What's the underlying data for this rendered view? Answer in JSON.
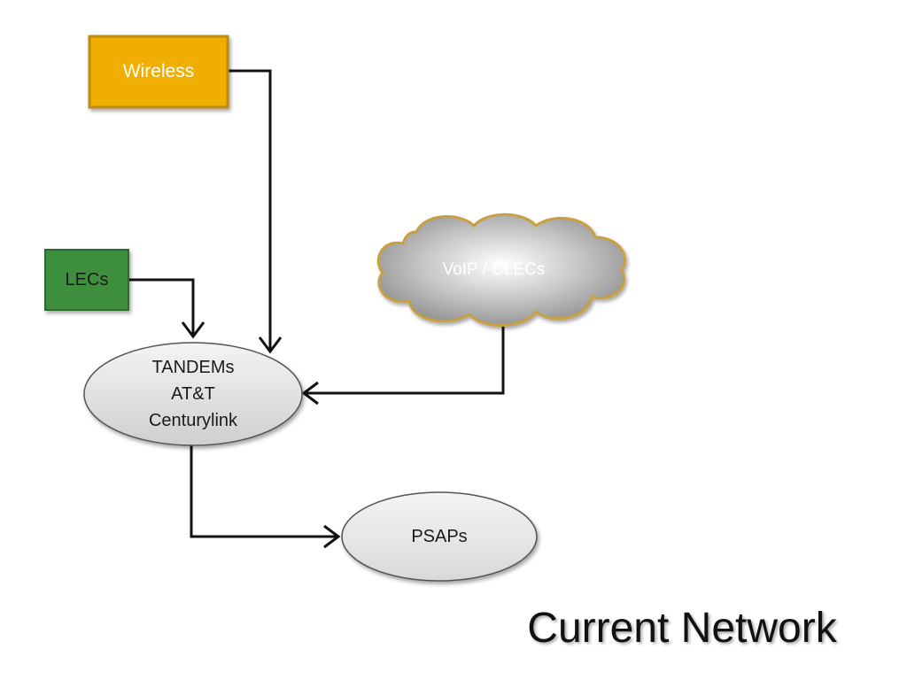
{
  "diagram": {
    "nodes": {
      "wireless": {
        "label": "Wireless",
        "fill": "#F0AE00",
        "border": "#C08A12"
      },
      "lecs": {
        "label": "LECs",
        "fill": "#3C8F3C",
        "border": "#2A6A2A"
      },
      "voip": {
        "label": "VoIP / CLECs",
        "fill": "#C0C0C0",
        "border": "#C8A040"
      },
      "tandems": {
        "lines": [
          "TANDEMs",
          "AT&T",
          "Centurylink"
        ],
        "fill": "#DCDCDC",
        "border": "#555555"
      },
      "psaps": {
        "label": "PSAPs",
        "fill": "#E6E6E6",
        "border": "#555555"
      }
    },
    "edges": [
      {
        "from": "Wireless",
        "to": "TANDEMs"
      },
      {
        "from": "LECs",
        "to": "TANDEMs"
      },
      {
        "from": "VoIP / CLECs",
        "to": "TANDEMs"
      },
      {
        "from": "TANDEMs",
        "to": "PSAPs"
      }
    ]
  },
  "title": "Current Network"
}
